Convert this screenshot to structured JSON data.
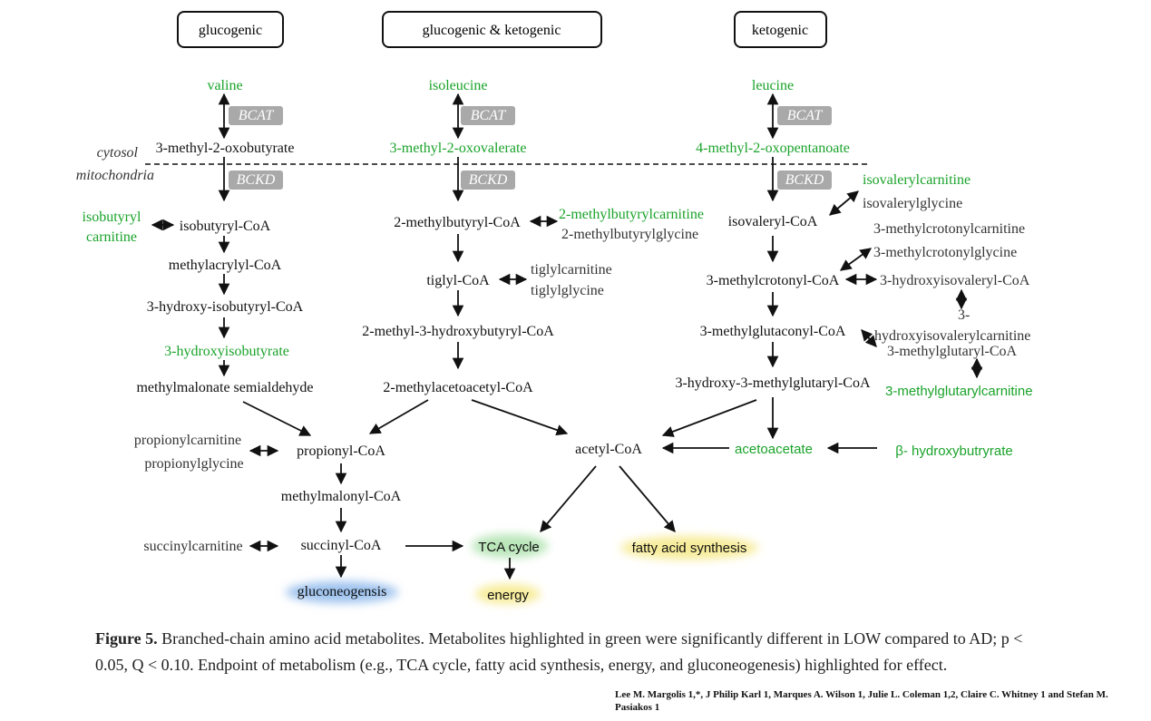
{
  "headers": {
    "glucogenic": "glucogenic",
    "both": "glucogenic & ketogenic",
    "ketogenic": "ketogenic"
  },
  "compartments": {
    "cytosol": "cytosol",
    "mitochondria": "mitochondria"
  },
  "enzymes": {
    "bcat": "BCAT",
    "bckd": "BCKD"
  },
  "valine_path": {
    "valine": "valine",
    "keto_acid": "3-methyl-2-oxobutyrate",
    "carnitine_1": "isobutyryl",
    "carnitine_2": "carnitine",
    "coa": "isobutyryl-CoA",
    "methylacrylyl": "methylacrylyl-CoA",
    "hydroxy_coa": "3-hydroxy-isobutyryl-CoA",
    "hydroxy_acid": "3-hydroxyisobutyrate",
    "semialdehyde": "methylmalonate semialdehyde"
  },
  "isoleucine_path": {
    "isoleucine": "isoleucine",
    "keto_acid": "3-methyl-2-oxovalerate",
    "coa": "2-methylbutyryl-CoA",
    "carnitine": "2-methylbutyrylcarnitine",
    "glycine": "2-methylbutyrylglycine",
    "tiglyl": "tiglyl-CoA",
    "tiglylcarnitine": "tiglylcarnitine",
    "tiglylglycine": "tiglylglycine",
    "hydroxybutyryl": "2-methyl-3-hydroxybutyryl-CoA",
    "acetoacetyl": "2-methylacetoacetyl-CoA"
  },
  "leucine_path": {
    "leucine": "leucine",
    "keto_acid": "4-methyl-2-oxopentanoate",
    "isovalerylcarnitine": "isovalerylcarnitine",
    "isovalerylglycine": "isovalerylglycine",
    "coa": "isovaleryl-CoA",
    "crotonylcarnitine": "3-methylcrotonylcarnitine",
    "crotonylglycine": "3-methylcrotonylglycine",
    "crotonyl": "3-methylcrotonyl-CoA",
    "hydroxyisovaleryl": "3-hydroxyisovaleryl-CoA",
    "glutaconyl": "3-methylglutaconyl-CoA",
    "hydroxyisovalerylcarnitine_1": "3-",
    "hydroxyisovalerylcarnitine_2": "hydroxyisovalerylcarnitine",
    "methylglutaryl": "3-methylglutaryl-CoA",
    "hmg": "3-hydroxy-3-methylglutaryl-CoA",
    "methylglutarylcarnitine": "3-methylglutarylcarnitine"
  },
  "common": {
    "propionylcarnitine": "propionylcarnitine",
    "propionylglycine": "propionylglycine",
    "propionyl": "propionyl-CoA",
    "methylmalonyl": "methylmalonyl-CoA",
    "succinylcarnitine": "succinylcarnitine",
    "succinyl": "succinyl-CoA",
    "gluconeogenesis": "gluconeogensis",
    "tca": "TCA cycle",
    "energy": "energy",
    "acetyl": "acetyl-CoA",
    "fatty_acid": "fatty acid synthesis",
    "acetoacetate": "acetoacetate",
    "hydroxybutyrate": "β- hydroxybutryrate"
  },
  "caption": {
    "label": "Figure 5.",
    "text": "Branched-chain amino acid metabolites. Metabolites highlighted in green were significantly different in LOW compared to AD; p < 0.05, Q < 0.10. Endpoint of metabolism (e.g., TCA cycle, fatty acid synthesis, energy, and gluconeogenesis) highlighted for effect."
  },
  "authors": "Lee M. Margolis 1,*, J Philip Karl 1, Marques A. Wilson 1, Julie L. Coleman 1,2, Claire C. Whitney 1 and Stefan M. Pasiakos 1",
  "colors": {
    "green": "#1aa32a",
    "black": "#111111",
    "enzyme_box": "#a9a9a9",
    "blue_glow": "#9fc3ee",
    "green_glow": "#b9e6b9",
    "yellow_glow": "#f7ec9a"
  }
}
